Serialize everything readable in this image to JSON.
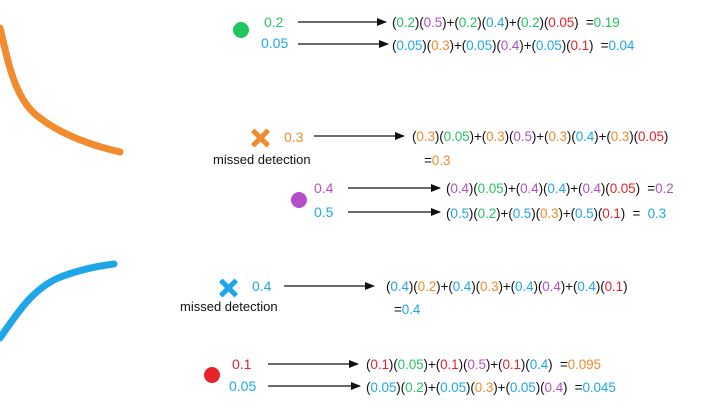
{
  "colors": {
    "green": "#22c55e",
    "orange": "#f28a2e",
    "purple": "#b44fc8",
    "blue": "#1ea7e8",
    "red": "#e8222a",
    "black": "#111111"
  },
  "groups": [
    {
      "id": "green",
      "kind": "dot",
      "marker_color": "green",
      "rows": [
        {
          "value": "0.2",
          "value_color": "green",
          "segments": [
            {
              "t": "(",
              "c": "black"
            },
            {
              "t": "0.2",
              "c": "green"
            },
            {
              "t": ")(",
              "c": "black"
            },
            {
              "t": "0.5",
              "c": "purple"
            },
            {
              "t": ")+(",
              "c": "black"
            },
            {
              "t": "0.2",
              "c": "green"
            },
            {
              "t": ")(",
              "c": "black"
            },
            {
              "t": "0.4",
              "c": "blue"
            },
            {
              "t": ")+(",
              "c": "black"
            },
            {
              "t": "0.2",
              "c": "green"
            },
            {
              "t": ")(",
              "c": "black"
            },
            {
              "t": "0.05",
              "c": "red"
            },
            {
              "t": ")  =",
              "c": "black"
            },
            {
              "t": "0.19",
              "c": "green"
            }
          ]
        },
        {
          "value": "0.05",
          "value_color": "blue",
          "segments": [
            {
              "t": "(",
              "c": "black"
            },
            {
              "t": "0.05",
              "c": "blue"
            },
            {
              "t": ")(",
              "c": "black"
            },
            {
              "t": "0.3",
              "c": "orange"
            },
            {
              "t": ")+(",
              "c": "black"
            },
            {
              "t": "0.05",
              "c": "blue"
            },
            {
              "t": ")(",
              "c": "black"
            },
            {
              "t": "0.4",
              "c": "purple"
            },
            {
              "t": ")+(",
              "c": "black"
            },
            {
              "t": "0.05",
              "c": "blue"
            },
            {
              "t": ")(",
              "c": "black"
            },
            {
              "t": "0.1",
              "c": "red"
            },
            {
              "t": ")  =",
              "c": "black"
            },
            {
              "t": "0.04",
              "c": "blue"
            }
          ]
        }
      ]
    },
    {
      "id": "orange",
      "kind": "cross",
      "marker_color": "orange",
      "caption": "missed detection",
      "rows": [
        {
          "value": "0.3",
          "value_color": "orange",
          "segments": [
            {
              "t": "(",
              "c": "black"
            },
            {
              "t": "0.3",
              "c": "orange"
            },
            {
              "t": ")(",
              "c": "black"
            },
            {
              "t": "0.05",
              "c": "green"
            },
            {
              "t": ")+(",
              "c": "black"
            },
            {
              "t": "0.3",
              "c": "orange"
            },
            {
              "t": ")(",
              "c": "black"
            },
            {
              "t": "0.5",
              "c": "purple"
            },
            {
              "t": ")+(",
              "c": "black"
            },
            {
              "t": "0.3",
              "c": "orange"
            },
            {
              "t": ")(",
              "c": "black"
            },
            {
              "t": "0.4",
              "c": "blue"
            },
            {
              "t": ")+(",
              "c": "black"
            },
            {
              "t": "0.3",
              "c": "orange"
            },
            {
              "t": ")(",
              "c": "black"
            },
            {
              "t": "0.05",
              "c": "red"
            },
            {
              "t": ")",
              "c": "black"
            }
          ],
          "result_segments": [
            {
              "t": "=",
              "c": "black"
            },
            {
              "t": "0.3",
              "c": "orange"
            }
          ]
        }
      ]
    },
    {
      "id": "purple",
      "kind": "dot",
      "marker_color": "purple",
      "rows": [
        {
          "value": "0.4",
          "value_color": "purple",
          "segments": [
            {
              "t": "(",
              "c": "black"
            },
            {
              "t": "0.4",
              "c": "purple"
            },
            {
              "t": ")(",
              "c": "black"
            },
            {
              "t": "0.05",
              "c": "green"
            },
            {
              "t": ")+(",
              "c": "black"
            },
            {
              "t": "0.4",
              "c": "purple"
            },
            {
              "t": ")(",
              "c": "black"
            },
            {
              "t": "0.4",
              "c": "blue"
            },
            {
              "t": ")+(",
              "c": "black"
            },
            {
              "t": "0.4",
              "c": "purple"
            },
            {
              "t": ")(",
              "c": "black"
            },
            {
              "t": "0.05",
              "c": "red"
            },
            {
              "t": ")  =",
              "c": "black"
            },
            {
              "t": "0.2",
              "c": "purple"
            }
          ]
        },
        {
          "value": "0.5",
          "value_color": "blue",
          "segments": [
            {
              "t": "(",
              "c": "black"
            },
            {
              "t": "0.5",
              "c": "blue"
            },
            {
              "t": ")(",
              "c": "black"
            },
            {
              "t": "0.2",
              "c": "green"
            },
            {
              "t": ")+(",
              "c": "black"
            },
            {
              "t": "0.5",
              "c": "blue"
            },
            {
              "t": ")(",
              "c": "black"
            },
            {
              "t": "0.3",
              "c": "orange"
            },
            {
              "t": ")+(",
              "c": "black"
            },
            {
              "t": "0.5",
              "c": "blue"
            },
            {
              "t": ")(",
              "c": "black"
            },
            {
              "t": "0.1",
              "c": "red"
            },
            {
              "t": ")  =  ",
              "c": "black"
            },
            {
              "t": "0.3",
              "c": "blue"
            }
          ]
        }
      ]
    },
    {
      "id": "blue",
      "kind": "cross",
      "marker_color": "blue",
      "caption": "missed detection",
      "rows": [
        {
          "value": "0.4",
          "value_color": "blue",
          "segments": [
            {
              "t": "(",
              "c": "black"
            },
            {
              "t": "0.4",
              "c": "blue"
            },
            {
              "t": ")(",
              "c": "black"
            },
            {
              "t": "0.2",
              "c": "orange"
            },
            {
              "t": ")+(",
              "c": "black"
            },
            {
              "t": "0.4",
              "c": "blue"
            },
            {
              "t": ")(",
              "c": "black"
            },
            {
              "t": "0.3",
              "c": "orange"
            },
            {
              "t": ")+(",
              "c": "black"
            },
            {
              "t": "0.4",
              "c": "blue"
            },
            {
              "t": ")(",
              "c": "black"
            },
            {
              "t": "0.4",
              "c": "purple"
            },
            {
              "t": ")+(",
              "c": "black"
            },
            {
              "t": "0.4",
              "c": "blue"
            },
            {
              "t": ")(",
              "c": "black"
            },
            {
              "t": "0.1",
              "c": "red"
            },
            {
              "t": ")",
              "c": "black"
            }
          ],
          "result_segments": [
            {
              "t": "=",
              "c": "black"
            },
            {
              "t": "0.4",
              "c": "blue"
            }
          ]
        }
      ]
    },
    {
      "id": "red",
      "kind": "dot",
      "marker_color": "red",
      "rows": [
        {
          "value": "0.1",
          "value_color": "red",
          "segments": [
            {
              "t": "(",
              "c": "black"
            },
            {
              "t": "0.1",
              "c": "red"
            },
            {
              "t": ")(",
              "c": "black"
            },
            {
              "t": "0.05",
              "c": "green"
            },
            {
              "t": ")+(",
              "c": "black"
            },
            {
              "t": "0.1",
              "c": "red"
            },
            {
              "t": ")(",
              "c": "black"
            },
            {
              "t": "0.5",
              "c": "purple"
            },
            {
              "t": ")+(",
              "c": "black"
            },
            {
              "t": "0.1",
              "c": "red"
            },
            {
              "t": ")(",
              "c": "black"
            },
            {
              "t": "0.4",
              "c": "blue"
            },
            {
              "t": ")  =",
              "c": "black"
            },
            {
              "t": "0.095",
              "c": "orange"
            }
          ]
        },
        {
          "value": "0.05",
          "value_color": "blue",
          "segments": [
            {
              "t": "(",
              "c": "black"
            },
            {
              "t": "0.05",
              "c": "blue"
            },
            {
              "t": ")(",
              "c": "black"
            },
            {
              "t": "0.2",
              "c": "green"
            },
            {
              "t": ")+(",
              "c": "black"
            },
            {
              "t": "0.05",
              "c": "blue"
            },
            {
              "t": ")(",
              "c": "black"
            },
            {
              "t": "0.3",
              "c": "orange"
            },
            {
              "t": ")+(",
              "c": "black"
            },
            {
              "t": "0.05",
              "c": "blue"
            },
            {
              "t": ")(",
              "c": "black"
            },
            {
              "t": "0.4",
              "c": "purple"
            },
            {
              "t": ")  =",
              "c": "black"
            },
            {
              "t": "0.045",
              "c": "blue"
            }
          ]
        }
      ]
    }
  ]
}
